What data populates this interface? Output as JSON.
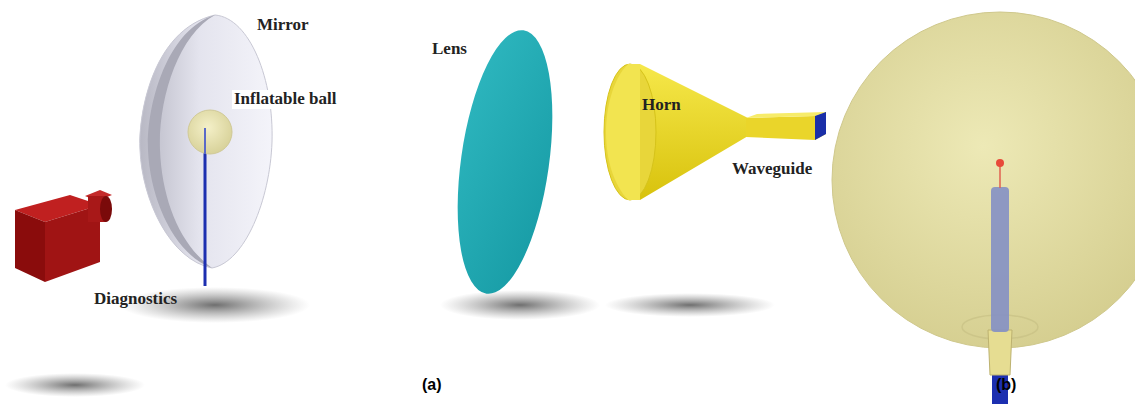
{
  "diagram": {
    "labels": [
      "Mirror",
      "Inflatable ball",
      "Diagnostics",
      "Lens",
      "Horn",
      "Waveguide",
      "(a)",
      "(b)"
    ]
  }
}
